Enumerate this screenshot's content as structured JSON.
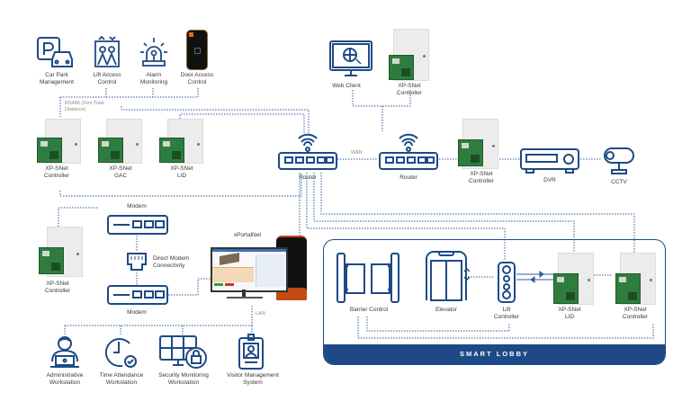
{
  "colors": {
    "accent": "#1d4a86",
    "line": "#2f5aa0",
    "board": "#2f7d3e"
  },
  "top_devices": [
    {
      "label": "Car Park\nManagement",
      "icon": "car-park-icon"
    },
    {
      "label": "Lift Access\nControl",
      "icon": "lift-access-icon"
    },
    {
      "label": "Alarm\nMonitoring",
      "icon": "alarm-icon"
    },
    {
      "label": "Door Access\nControl",
      "icon": "door-reader-icon"
    }
  ],
  "rs485_note": "RS485 (1km Total\nDistance)",
  "left_controllers": [
    {
      "label": "XP-SNet\nController"
    },
    {
      "label": "XP-SNet\nGAC"
    },
    {
      "label": "XP-SNet\nLID"
    }
  ],
  "web_client": {
    "label": "Web Client"
  },
  "remote_controller": {
    "label": "XP-SNet\nController"
  },
  "router_main": {
    "label": "Router"
  },
  "router_remote": {
    "label": "Router"
  },
  "wan_label": "WAN",
  "site_controller": {
    "label": "XP-SNet\nController"
  },
  "dvr": {
    "label": "DVR"
  },
  "cctv": {
    "label": "CCTV"
  },
  "modem_top": {
    "label": "Modem"
  },
  "modem_bottom": {
    "label": "Modem"
  },
  "direct_modem": {
    "label": "Direct Modem\nConnectivity"
  },
  "modem_controller": {
    "label": "XP-SNet\nController"
  },
  "xportalnet": {
    "label": "xPortalNet"
  },
  "lan_label": "LAN",
  "workstations": [
    {
      "label": "Administrative\nWorkstation",
      "icon": "admin-user-icon"
    },
    {
      "label": "Time Attendance\nWorkstation",
      "icon": "clock-check-icon"
    },
    {
      "label": "Security Monitoring\nWorkstation",
      "icon": "monitor-lock-icon"
    },
    {
      "label": "Visitor Management\nSystem",
      "icon": "id-badge-icon"
    }
  ],
  "smart_lobby": {
    "title": "SMART LOBBY",
    "barrier": {
      "label": "Barrier Control"
    },
    "elevator": {
      "label": "Elevator"
    },
    "lift_controller": {
      "label": "Lift\nController"
    },
    "lid": {
      "label": "XP-SNet\nLID"
    },
    "controller": {
      "label": "XP-SNet\nController"
    }
  }
}
